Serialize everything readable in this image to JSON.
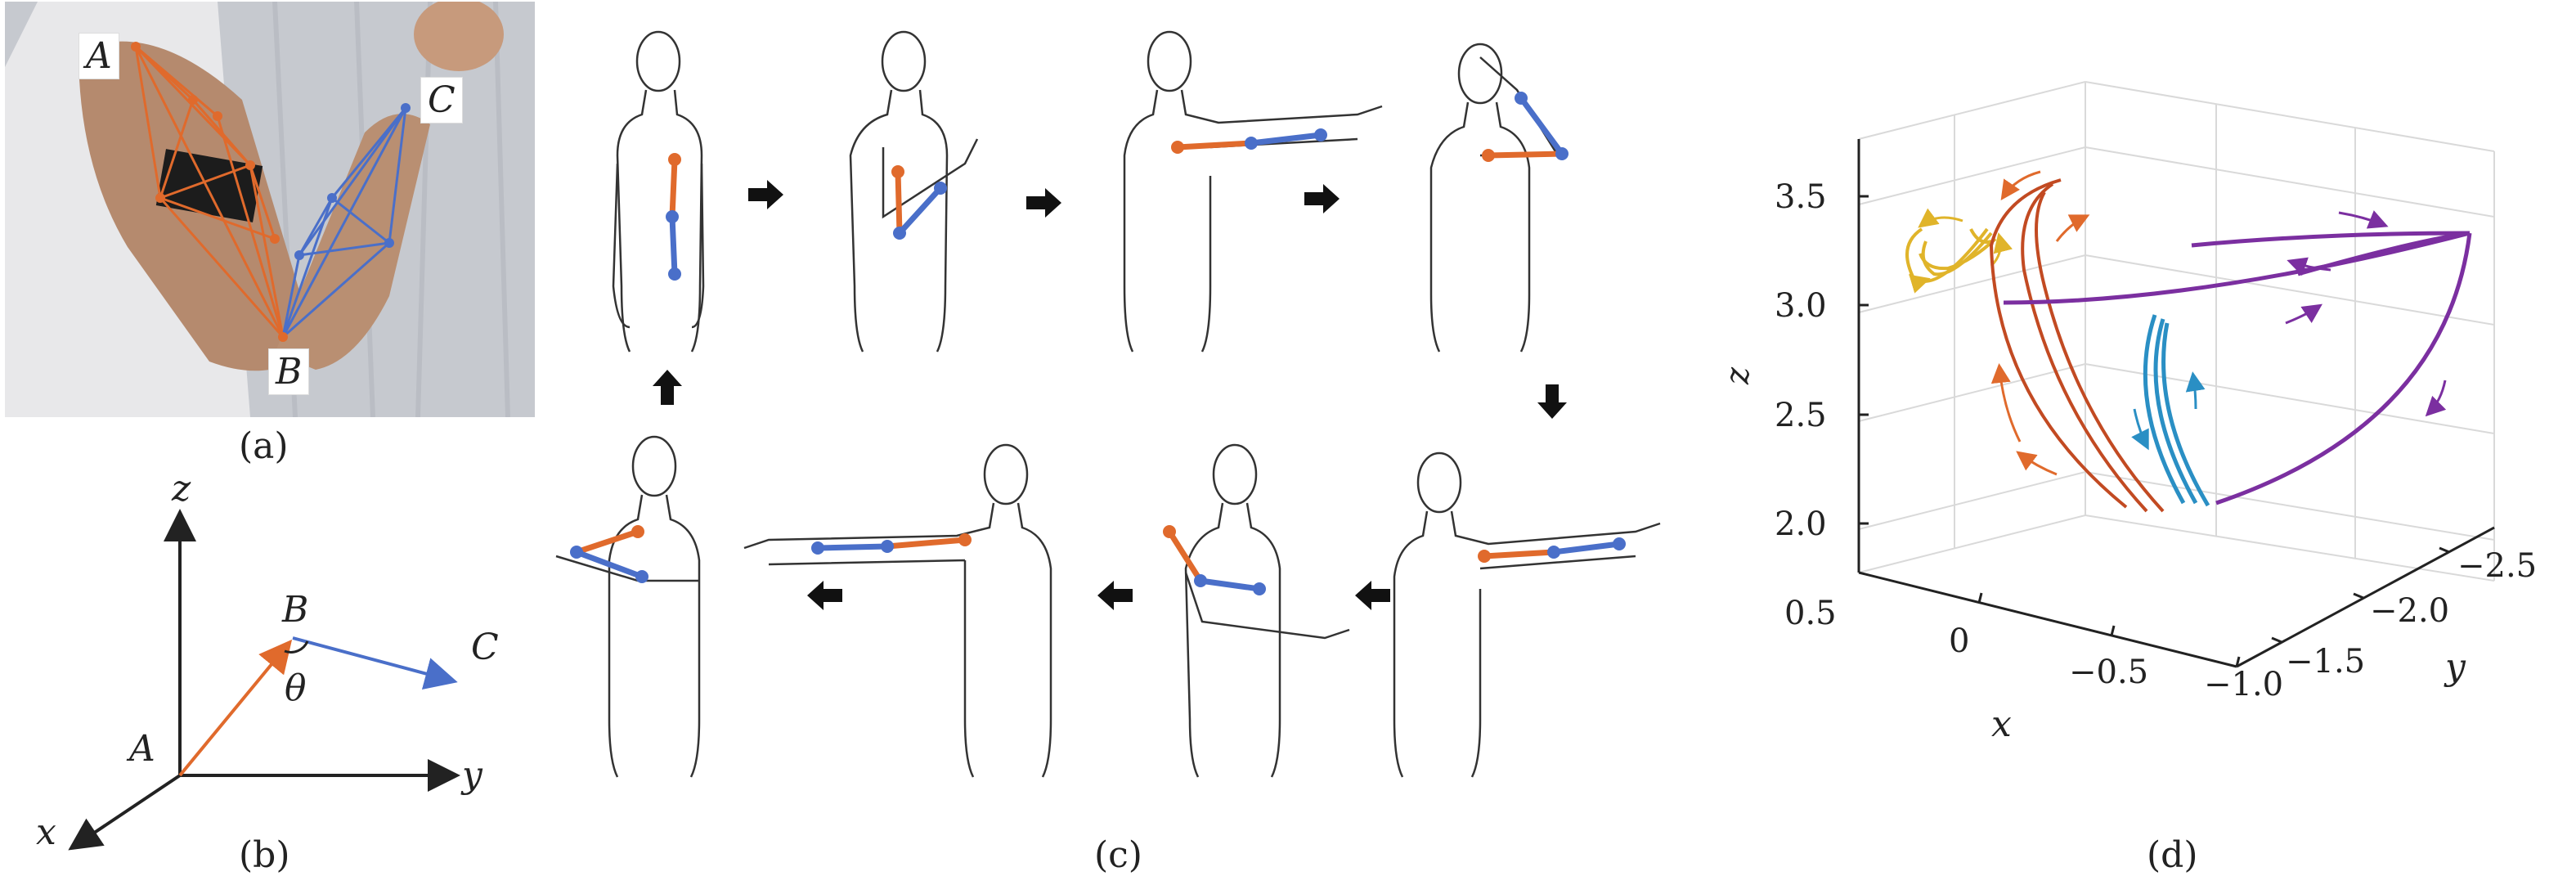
{
  "colors": {
    "orange": "#e06a2c",
    "blue": "#4a6fc9",
    "purple": "#7b2fa0",
    "yellow": "#e0b42a",
    "red": "#c24a22",
    "teal": "#2a8fc4",
    "axis": "#222222",
    "grid": "#d9d9d9",
    "photo_bg": "#c9ccd2"
  },
  "panel_a": {
    "caption": "(a)",
    "points": {
      "a": "A",
      "b": "B",
      "c": "C"
    }
  },
  "panel_b": {
    "caption": "(b)",
    "axes": {
      "x": "x",
      "y": "y",
      "z": "z"
    },
    "points": {
      "a": "A",
      "b": "B",
      "c": "C"
    },
    "angle": "θ"
  },
  "panel_c": {
    "caption": "(c)"
  },
  "panel_d": {
    "caption": "(d)",
    "axes": {
      "x": "x",
      "y": "y",
      "z": "z"
    },
    "z_ticks": [
      "3.5",
      "3.0",
      "2.5",
      "2.0"
    ],
    "x_ticks": [
      "0.5",
      "0",
      "−0.5",
      "−1.0"
    ],
    "y_ticks": [
      "−1.5",
      "−2.0",
      "−2.5"
    ]
  }
}
